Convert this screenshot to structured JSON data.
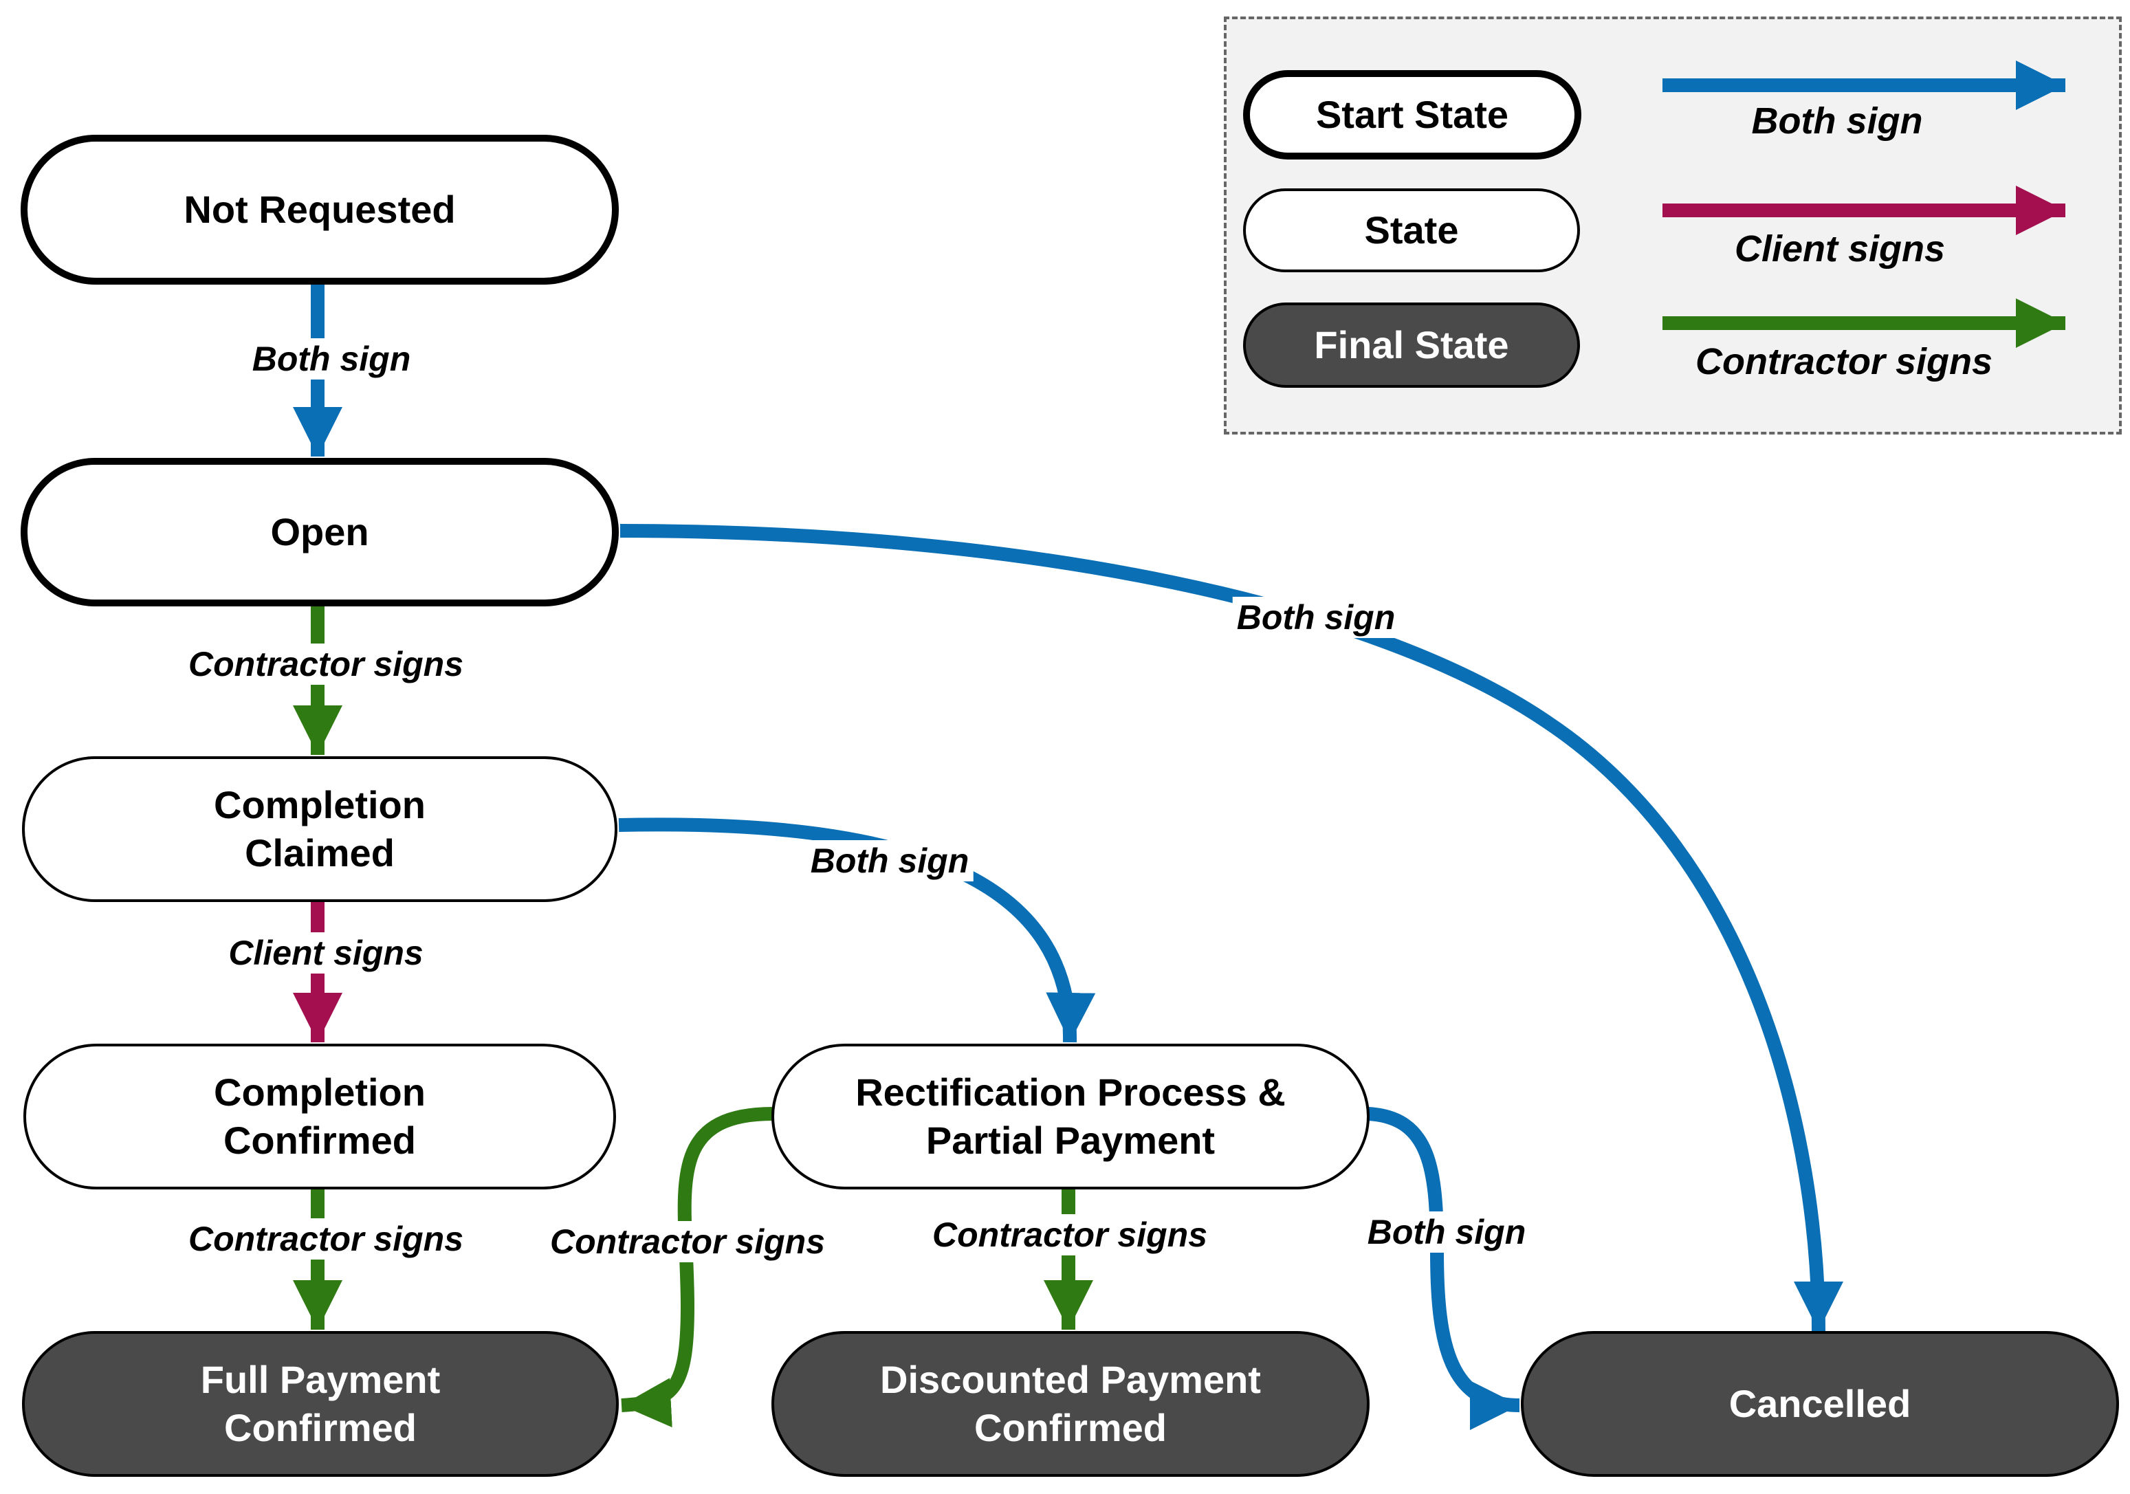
{
  "colors": {
    "both": "#0a6fb5",
    "client": "#a4104f",
    "contractor": "#2f7a12",
    "final_fill": "#4a4a4a"
  },
  "legend": {
    "start_state": "Start State",
    "state": "State",
    "final_state": "Final State",
    "both_sign": "Both sign",
    "client_signs": "Client signs",
    "contractor_signs": "Contractor signs"
  },
  "states": {
    "not_requested": "Not Requested",
    "open": "Open",
    "completion_claimed_1": "Completion",
    "completion_claimed_2": "Claimed",
    "completion_confirmed_1": "Completion",
    "completion_confirmed_2": "Confirmed",
    "rectification_1": "Rectification Process &",
    "rectification_2": "Partial Payment",
    "full_payment_1": "Full Payment",
    "full_payment_2": "Confirmed",
    "discounted_payment_1": "Discounted Payment",
    "discounted_payment_2": "Confirmed",
    "cancelled": "Cancelled"
  },
  "transitions": {
    "not_requested_to_open": "Both sign",
    "open_to_claimed": "Contractor signs",
    "open_to_cancelled": "Both sign",
    "claimed_to_confirmed": "Client signs",
    "claimed_to_rectification": "Both sign",
    "confirmed_to_full_payment": "Contractor signs",
    "rectification_to_full_payment": "Contractor signs",
    "rectification_to_discounted": "Contractor signs",
    "rectification_to_cancelled": "Both sign"
  }
}
